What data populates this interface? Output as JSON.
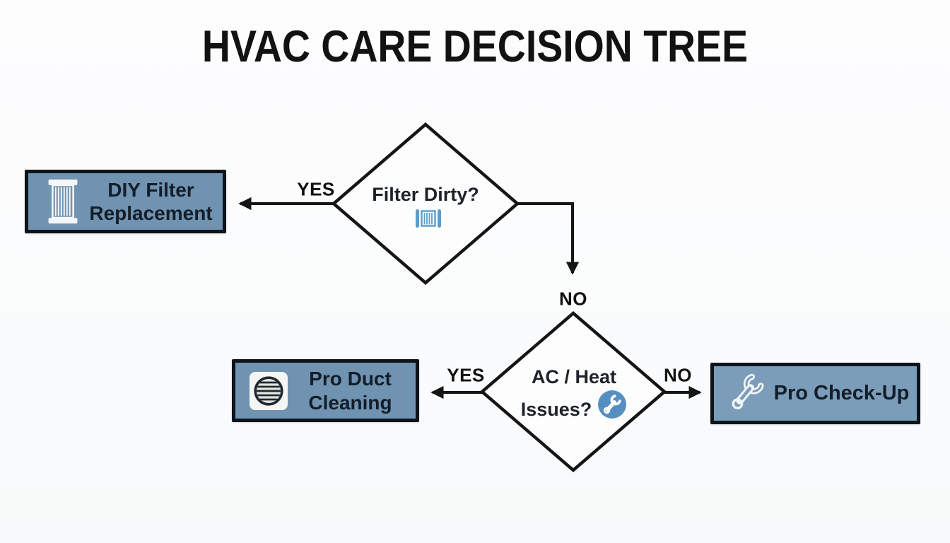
{
  "title": "HVAC CARE DECISION TREE",
  "decisions": {
    "filter": {
      "question": "Filter Dirty?",
      "icon": "air-filter-icon"
    },
    "issues": {
      "question": "AC / Heat Issues?",
      "icon": "wrench-circle-icon"
    }
  },
  "outcomes": {
    "diy": {
      "label": "DIY Filter Replacement",
      "icon": "filter-cartridge-icon"
    },
    "duct": {
      "label": "Pro Duct Cleaning",
      "icon": "vent-grille-icon"
    },
    "checkup": {
      "label": "Pro Check-Up",
      "icon": "wrench-icon"
    }
  },
  "edge_labels": {
    "filter_yes": "YES",
    "filter_no": "NO",
    "issues_yes": "YES",
    "issues_no": "NO"
  },
  "colors": {
    "background": "#fbfbfc",
    "box_fill": "#7093b2",
    "box_fill_light": "#7b9dba",
    "box_border": "#0d141c",
    "line_color": "#151515",
    "accent_blue": "#5b9cc9",
    "icon_circle_blue": "#548fc0",
    "text_dark": "#141e29"
  }
}
